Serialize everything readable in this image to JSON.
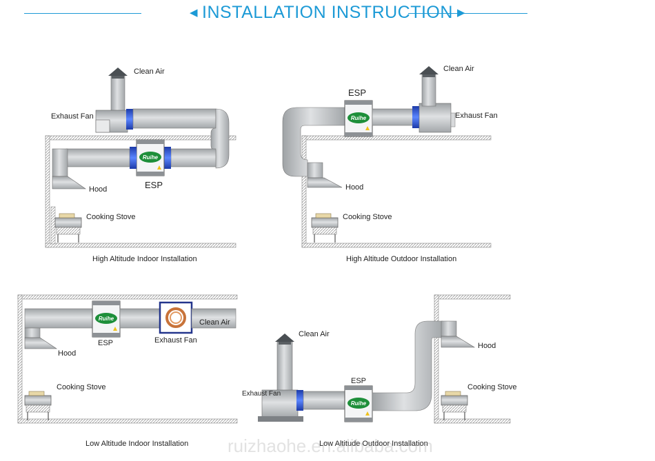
{
  "header": {
    "title": "INSTALLATION INSTRUCTION",
    "accent": "#1c9ad6"
  },
  "brand": "Ruihe",
  "watermark": "ruizhaohe.en.alibaba.com",
  "colors": {
    "duct": "#b9bcbf",
    "duct_dark": "#8f9396",
    "flange": "#2b52c9",
    "badge": "#1e8f3a",
    "fan_frame": "#23358c",
    "fan_coil": "#c8733a"
  },
  "panels": [
    {
      "caption": "High Altitude Indoor Installation",
      "labels": {
        "clean_air": "Clean Air",
        "exhaust_fan": "Exhaust Fan",
        "esp": "ESP",
        "hood": "Hood",
        "stove": "Cooking Stove"
      }
    },
    {
      "caption": "High Altitude Outdoor Installation",
      "labels": {
        "clean_air": "Clean Air",
        "exhaust_fan": "Exhaust Fan",
        "esp": "ESP",
        "hood": "Hood",
        "stove": "Cooking Stove"
      }
    },
    {
      "caption": "Low Altitude Indoor Installation",
      "labels": {
        "clean_air": "Clean Air",
        "exhaust_fan": "Exhaust Fan",
        "esp": "ESP",
        "hood": "Hood",
        "stove": "Cooking Stove"
      }
    },
    {
      "caption": "Low Altitude Outdoor Installation",
      "labels": {
        "clean_air": "Clean Air",
        "exhaust_fan": "Exhaust Fan",
        "esp": "ESP",
        "hood": "Hood",
        "stove": "Cooking Stove"
      }
    }
  ]
}
